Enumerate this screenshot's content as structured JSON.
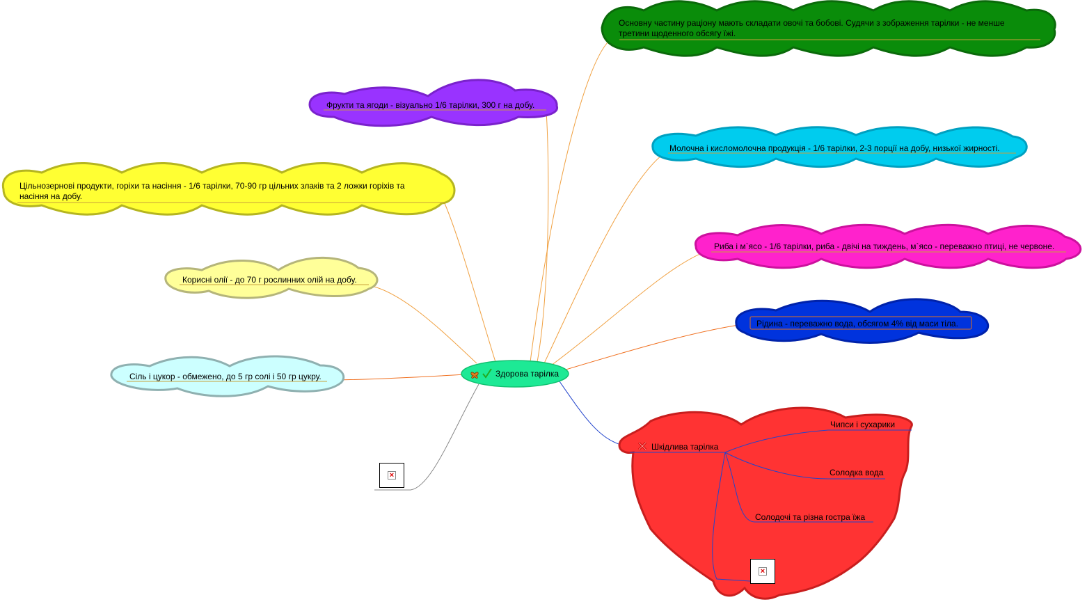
{
  "central": {
    "title": "Здорова тарілка",
    "icons": [
      "butterfly-icon",
      "checkmark-icon"
    ],
    "color": "#1de995"
  },
  "topics": {
    "vegetables": {
      "text_line1": "Основну частину раціону мають складати овочі та бобові. Судячи з зображення тарілки - не менше",
      "text_line2": "третини щоденного обсягу їжі.",
      "color": "#0a8c0a"
    },
    "fruits": {
      "text": "Фрукти та ягоди - візуально 1/6 тарілки, 300 г на добу.",
      "color": "#9933ff"
    },
    "dairy": {
      "text": "Молочна і кисломолочна продукція - 1/6 тарілки, 2-3 порції на добу, низької жирності.",
      "color": "#00ccee"
    },
    "grains": {
      "text_line1": "Цільнозернові продукти, горіхи та насіння - 1/6 тарілки, 70-90 гр цільних злаків та 2 ложки горіхів та",
      "text_line2": "насіння на добу.",
      "color": "#ffff33"
    },
    "fish_meat": {
      "text": "Риба і м`ясо - 1/6 тарілки, риба - двічі на тиждень, м`ясо - переважно птиці, не червоне.",
      "color": "#ff22cc"
    },
    "oils": {
      "text": "Корисні олії - до 70 г рослинних олій на добу.",
      "color": "#ffff99"
    },
    "liquid": {
      "text": "Рідина - переважно вода, обсягом 4% від маси тіла.",
      "color": "#0033dd"
    },
    "salt_sugar": {
      "text": "Сіль і цукор - обмежено, до 5 гр солі і 50 гр цукру.",
      "color": "#ccffff"
    }
  },
  "harmful": {
    "title": "Шкідлива тарілка",
    "icon": "cross-icon",
    "color": "#ff3333",
    "items": [
      "Чипси і сухарики",
      "Солодка вода",
      "Солодочі та різна гостра їжа"
    ]
  },
  "broken_images": [
    "broken-image-icon",
    "broken-image-icon"
  ]
}
